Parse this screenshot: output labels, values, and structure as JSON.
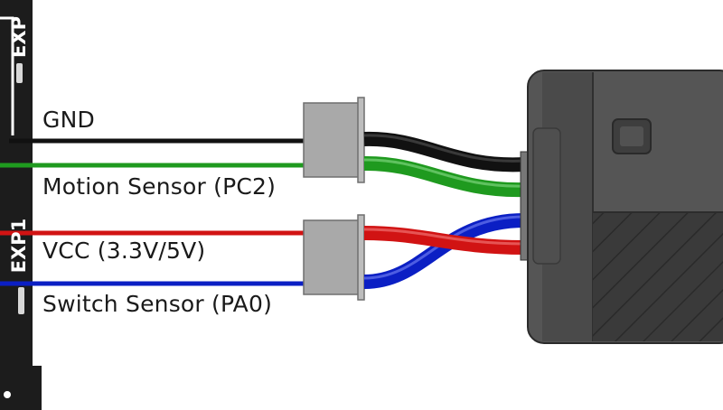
{
  "board": {
    "headers": [
      {
        "label": "EXP",
        "visible_part": "EXP"
      },
      {
        "label": "EXP1"
      }
    ]
  },
  "wires": [
    {
      "id": "gnd",
      "label": "GND",
      "color": "#111111"
    },
    {
      "id": "motion",
      "label": "Motion Sensor (PC2)",
      "color": "#1f9a1f"
    },
    {
      "id": "vcc",
      "label": "VCC (3.3V/5V)",
      "color": "#d11313"
    },
    {
      "id": "switch",
      "label": "Switch Sensor (PA0)",
      "color": "#0b1fc4"
    }
  ],
  "colors": {
    "board": "#1c1c1c",
    "connector": "#a9a9a9",
    "module": "#555555",
    "module_dark": "#3c3c3c"
  }
}
